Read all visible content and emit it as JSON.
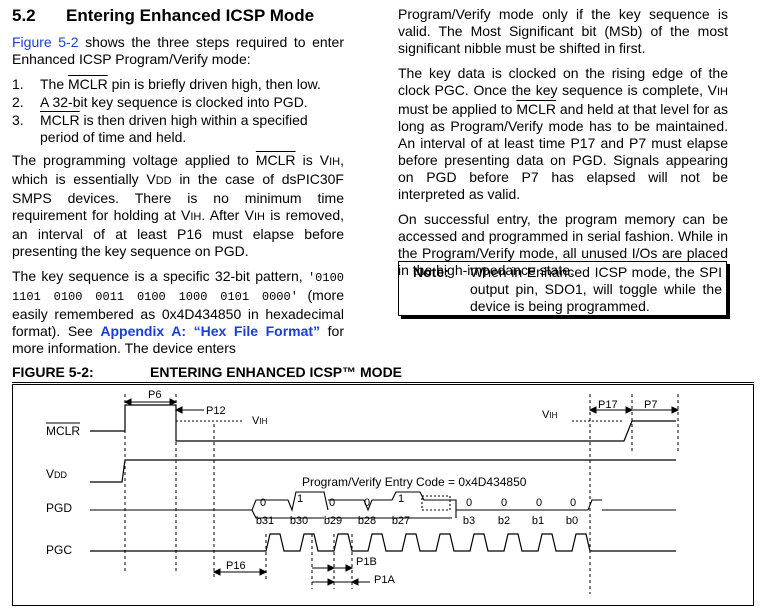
{
  "section": {
    "number": "5.2",
    "title": "Entering Enhanced ICSP Mode"
  },
  "left": {
    "p1_link": "Figure 5-2",
    "p1_text": " shows the three steps required to enter Enhanced ICSP Program/Verify mode:",
    "steps": [
      {
        "num": "1.",
        "pre": "The ",
        "ov": "MCLR",
        "post": " pin is briefly driven high, then low."
      },
      {
        "num": "2.",
        "pre": "A 32-bit key sequence is clocked into PGD.",
        "ov": "",
        "post": ""
      },
      {
        "num": "3.",
        "pre": "",
        "ov": "MCLR",
        "post": " is then driven high within a specified period of time and held."
      }
    ],
    "p2_a": "The programming voltage applied to ",
    "p2_ov": "MCLR",
    "p2_b": " is V",
    "p2_ih": "IH",
    "p2_c": ", which is essentially V",
    "p2_dd": "DD",
    "p2_d": " in the case of dsPIC30F SMPS devices. There is no minimum time requirement for holding at V",
    "p2_ih2": "IH",
    "p2_e": ". After V",
    "p2_ih3": "IH",
    "p2_f": " is removed, an interval of at least P16 must elapse before presenting the key sequence on PGD.",
    "p3_a": "The key sequence is a specific 32-bit pattern, ",
    "p3_code": "'0100 1101 0100 0011 0100 1000 0101 0000'",
    "p3_b": " (more easily remembered as 0x4D434850 in hexadecimal format). See ",
    "p3_link": "Appendix A: “Hex File Format”",
    "p3_c": " for more information. The device enters"
  },
  "right": {
    "p1": "Program/Verify mode only if the key sequence is valid. The Most Significant bit (MSb) of the most significant nibble must be shifted in first.",
    "p2_a": "The key data is clocked on the rising edge of the clock PGC. Once the key sequence is complete, V",
    "p2_ih": "IH",
    "p2_b": " must be applied to ",
    "p2_ov": "MCLR",
    "p2_c": " and held at that level for as long as Program/Verify mode has to be maintained. An interval of at least time P17 and P7 must elapse before presenting data on PGD. Signals appearing on PGD before P7 has elapsed will not be interpreted as valid.",
    "p3": "On successful entry, the program memory can be accessed and programmed in serial fashion. While in the Program/Verify mode, all unused I/Os are placed in the high-impedance state.",
    "note_label": "Note:",
    "note_text": "When in Enhanced ICSP mode, the SPI output pin, SDO1, will toggle while the device is being programmed."
  },
  "figure": {
    "label": "FIGURE 5-2:",
    "title": "ENTERING ENHANCED ICSP™ MODE",
    "signals": {
      "mclr": "MCLR",
      "vdd": "V",
      "vdd_sub": "DD",
      "pgd": "PGD",
      "pgc": "PGC"
    },
    "vih": "V",
    "vih_sub": "IH",
    "vih2": "V",
    "vih2_sub": "IH",
    "timing": {
      "p6": "P6",
      "p12": "P12",
      "p17": "P17",
      "p7": "P7",
      "p16": "P16",
      "p1b": "P1B",
      "p1a": "P1A"
    },
    "entry_code": "Program/Verify Entry Code = 0x4D434850",
    "bit_values": [
      "0",
      "1",
      "0",
      "0",
      "1",
      "0",
      "0",
      "0",
      "0"
    ],
    "bit_labels": [
      "b31",
      "b30",
      "b29",
      "b28",
      "b27",
      "b3",
      "b2",
      "b1",
      "b0"
    ]
  }
}
